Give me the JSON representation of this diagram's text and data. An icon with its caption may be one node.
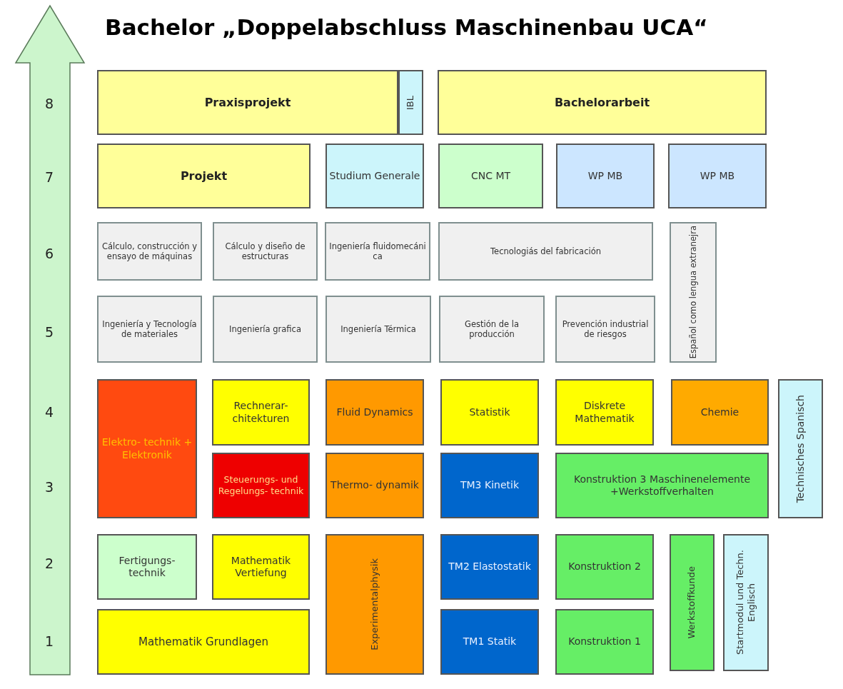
{
  "diagram": {
    "title": "Bachelor „Doppelabschluss Maschinenbau UCA“",
    "nodes": [
      {
        "text": [
          "Praxisprojekt"
        ]
      },
      {
        "text": [
          "IBL"
        ]
      },
      {
        "text": [
          "Bachelorarbeit"
        ]
      },
      {
        "text": [
          "Projekt"
        ]
      },
      {
        "text": [
          "Studium Generale"
        ]
      },
      {
        "text": [
          "CNC MT"
        ]
      },
      {
        "text": [
          "WP MB"
        ]
      },
      {
        "text": [
          "WP MB"
        ]
      },
      {
        "text": [
          "Cálculo, construcción y ensayo de máquinas"
        ]
      },
      {
        "text": [
          "Cálculo y diseño de estructuras"
        ]
      },
      {
        "text": [
          "Ingeniería fluidomecáni ca"
        ]
      },
      {
        "text": [
          "Tecnologiás del fabricación"
        ]
      },
      {
        "text": [
          "Español como lengua extranejra"
        ]
      },
      {
        "text": [
          "Ingeniería y Tecnología de materiales"
        ]
      },
      {
        "text": [
          "Ingeniería grafica"
        ]
      },
      {
        "text": [
          "Ingeniería Térmica"
        ]
      },
      {
        "text": [
          "Gestión de la producción"
        ]
      },
      {
        "text": [
          "Prevención industrial de riesgos"
        ]
      },
      {
        "text": [
          "Elektro- technik + Elektronik"
        ]
      },
      {
        "text": [
          "Rechnerar- chitekturen"
        ]
      },
      {
        "text": [
          "Fluid Dynamics"
        ]
      },
      {
        "text": [
          "Statistik"
        ]
      },
      {
        "text": [
          "Diskrete Mathematik"
        ]
      },
      {
        "text": [
          "Chemie"
        ]
      },
      {
        "text": [
          "Technisches Spanisch"
        ]
      },
      {
        "text": [
          "Steuerungs- und Regelungs- technik"
        ]
      },
      {
        "text": [
          "Thermo- dynamik"
        ]
      },
      {
        "text": [
          "TM3 Kinetik"
        ]
      },
      {
        "text": [
          "Konstruktion 3 Maschinenelemente +Werkstoffverhalten"
        ]
      },
      {
        "text": [
          "Fertigungs- technik"
        ]
      },
      {
        "text": [
          "Mathematik Vertiefung"
        ]
      },
      {
        "text": [
          "Experimentalphysik"
        ]
      },
      {
        "text": [
          "TM2 Elastostatik"
        ]
      },
      {
        "text": [
          "Konstruktion 2"
        ]
      },
      {
        "text": [
          "Werkstoffkunde"
        ]
      },
      {
        "text": [
          "Startmodul und Techn. Englisch"
        ]
      },
      {
        "text": [
          "Mathematik Grundlagen"
        ]
      },
      {
        "text": [
          "TM1 Statik"
        ]
      },
      {
        "text": [
          "Konstruktion 1"
        ]
      }
    ],
    "labels": [
      "8",
      "7",
      "6",
      "5",
      "4",
      "3",
      "2",
      "1"
    ]
  }
}
